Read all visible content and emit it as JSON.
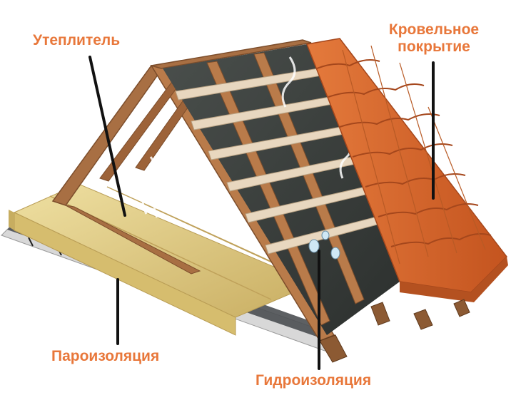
{
  "labels": {
    "insulation": "Утеплитель",
    "roofing_line1": "Кровельное",
    "roofing_line2": "покрытие",
    "vapor_barrier": "Пароизоляция",
    "waterproofing": "Гидроизоляция"
  },
  "colors": {
    "label_text": "#e8773a",
    "leader_line": "#111111",
    "wood": "#a86f43",
    "wood_dark": "#7c4d2b",
    "insulation": "#e3cf86",
    "membrane": "#3b3f3d",
    "roof_tile": "#d9692e",
    "roof_tile_dark": "#a5471c",
    "batten": "#e8d7bf"
  }
}
